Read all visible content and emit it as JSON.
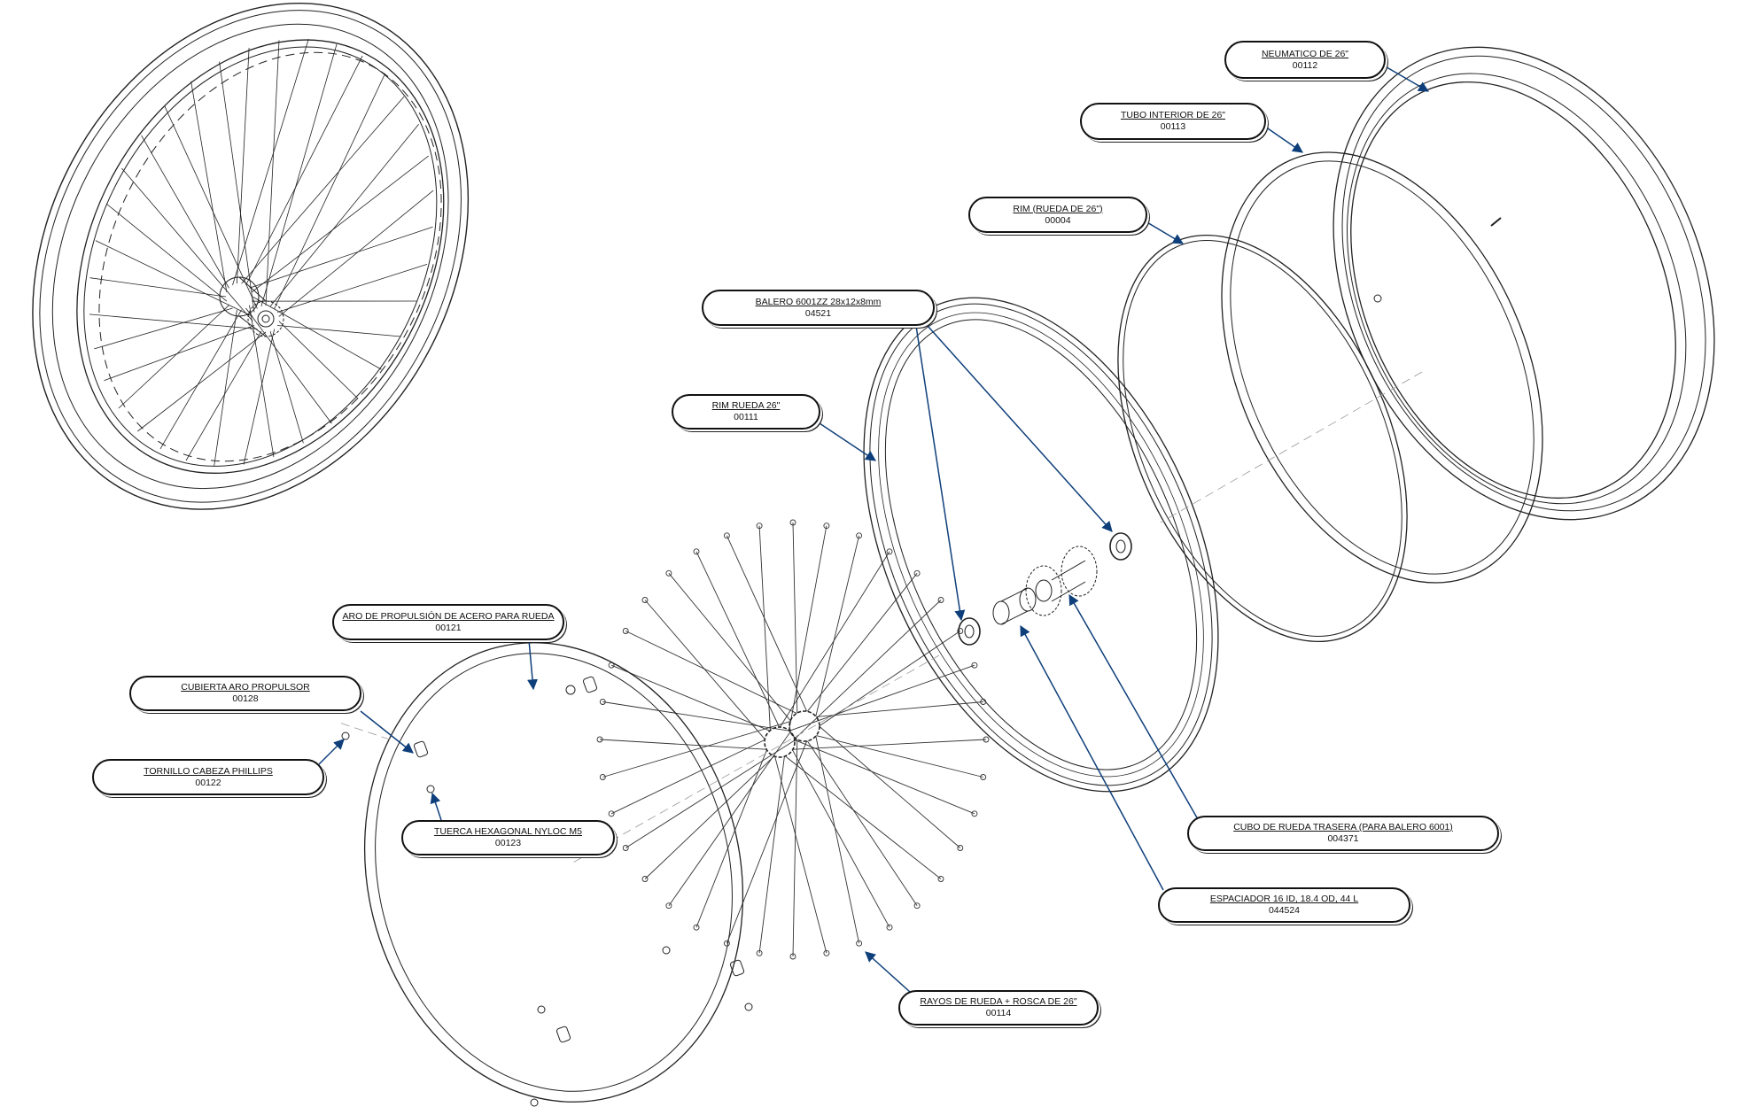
{
  "diagram": {
    "colors": {
      "line": "#222222",
      "leader": "#0e3f7a",
      "background": "#ffffff"
    },
    "callouts": [
      {
        "id": "neumatico",
        "title": "NEUMATICO DE 26\"",
        "code": "00112"
      },
      {
        "id": "tubo",
        "title": "TUBO INTERIOR DE 26\"",
        "code": "00113"
      },
      {
        "id": "rim-rueda-paren",
        "title": "RIM (RUEDA DE 26\")",
        "code": "00004"
      },
      {
        "id": "balero",
        "title": "BALERO 6001ZZ 28x12x8mm",
        "code": "04521"
      },
      {
        "id": "rim-rueda",
        "title": "RIM RUEDA 26\"",
        "code": "00111"
      },
      {
        "id": "aro-propulsion",
        "title": "ARO DE PROPULSIÓN DE ACERO PARA RUEDA",
        "code": "00121"
      },
      {
        "id": "cubierta",
        "title": "CUBIERTA ARO PROPULSOR",
        "code": "00128"
      },
      {
        "id": "tornillo",
        "title": "TORNILLO CABEZA PHILLIPS",
        "code": "00122"
      },
      {
        "id": "tuerca",
        "title": "TUERCA HEXAGONAL NYLOC M5",
        "code": "00123"
      },
      {
        "id": "cubo",
        "title": "CUBO DE RUEDA TRASERA (PARA BALERO 6001)",
        "code": "004371"
      },
      {
        "id": "espaciador",
        "title": "ESPACIADOR 16 ID, 18.4 OD, 44 L",
        "code": "044524"
      },
      {
        "id": "rayos",
        "title": "RAYOS DE RUEDA + ROSCA  DE 26\"",
        "code": "00114"
      }
    ]
  }
}
